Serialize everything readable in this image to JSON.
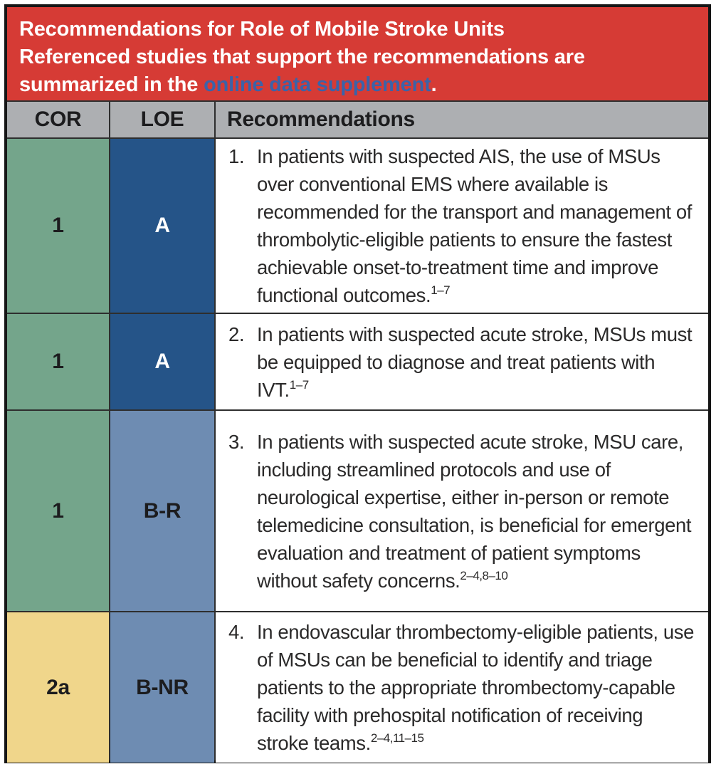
{
  "colors": {
    "banner_red": "#d63b35",
    "header_gray": "#adafb2",
    "cor_green": "#74a58b",
    "cor_yellow": "#f0d68b",
    "loe_dark_blue": "#255488",
    "loe_light_blue": "#6e8cb2",
    "link_blue": "#3a63a9",
    "text_dark": "#1c1c1e",
    "text_white": "#ffffff"
  },
  "banner": {
    "line1": "Recommendations for Role of Mobile Stroke Units",
    "line2_prefix": "Referenced studies that support the recommendations are summarized in the ",
    "link_text": "online data supplement",
    "line2_suffix": "."
  },
  "table": {
    "headers": {
      "cor": "COR",
      "loe": "LOE",
      "rec": "Recommendations"
    },
    "rows": [
      {
        "cor": "1",
        "loe": "A",
        "num": "1.",
        "text": "In patients with suspected AIS, the use of MSUs over conventional EMS where available is recommended for the transport and management of thrombolytic-eligible patients to ensure the fastest achievable onset-to-treatment time and improve functional outcomes.",
        "ref": "1–7",
        "cor_bg": "#74a58b",
        "loe_bg": "#255488",
        "loe_fg": "#ffffff"
      },
      {
        "cor": "1",
        "loe": "A",
        "num": "2.",
        "text": "In patients with suspected acute stroke, MSUs must be equipped to diagnose and treat patients with IVT.",
        "ref": "1–7",
        "cor_bg": "#74a58b",
        "loe_bg": "#255488",
        "loe_fg": "#ffffff"
      },
      {
        "cor": "1",
        "loe": "B-R",
        "num": "3.",
        "text": "In patients with suspected acute stroke, MSU care, including streamlined protocols and use of neurological expertise, either in-person or remote telemedicine consultation, is beneficial for emergent evaluation and treatment of patient symptoms without safety concerns.",
        "ref": "2–4,8–10",
        "cor_bg": "#74a58b",
        "loe_bg": "#6e8cb2",
        "loe_fg": "#1c1c1e"
      },
      {
        "cor": "2a",
        "loe": "B-NR",
        "num": "4.",
        "text": "In endovascular thrombectomy-eligible patients, use of MSUs can be beneficial to identify and triage patients to the appropriate thrombectomy-capable facility with prehospital notification of receiving stroke teams.",
        "ref": "2–4,11–15",
        "cor_bg": "#f0d68b",
        "loe_bg": "#6e8cb2",
        "loe_fg": "#1c1c1e"
      }
    ]
  }
}
